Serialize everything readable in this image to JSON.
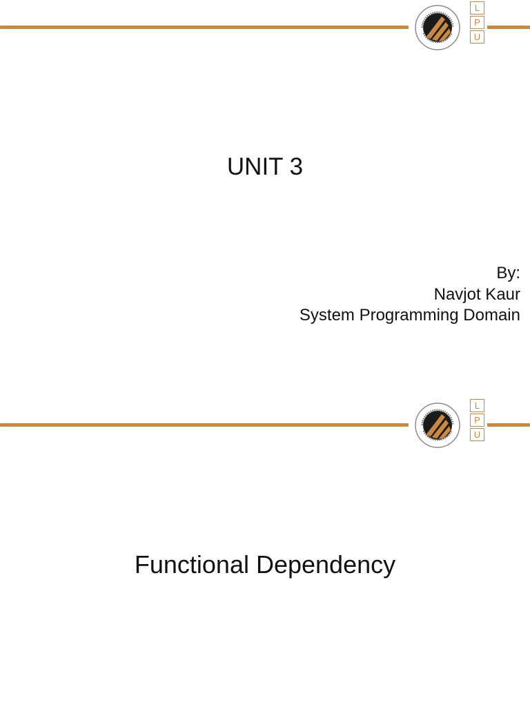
{
  "slides": [
    {
      "title": "UNIT 3",
      "byline": {
        "by": "By:",
        "author": "Navjot Kaur",
        "domain": "System Programming Domain"
      }
    },
    {
      "title": "Functional Dependency"
    }
  ],
  "logo": {
    "seal_top_text": "LOVELY PROFESSIONAL UNIVERSITY",
    "seal_bottom_text": "PUNJAB (INDIA)",
    "letters": [
      "L",
      "P",
      "U"
    ]
  },
  "colors": {
    "accent": "#c8883f",
    "seal_black": "#1a1a1a",
    "text": "#111111",
    "background": "#ffffff"
  }
}
